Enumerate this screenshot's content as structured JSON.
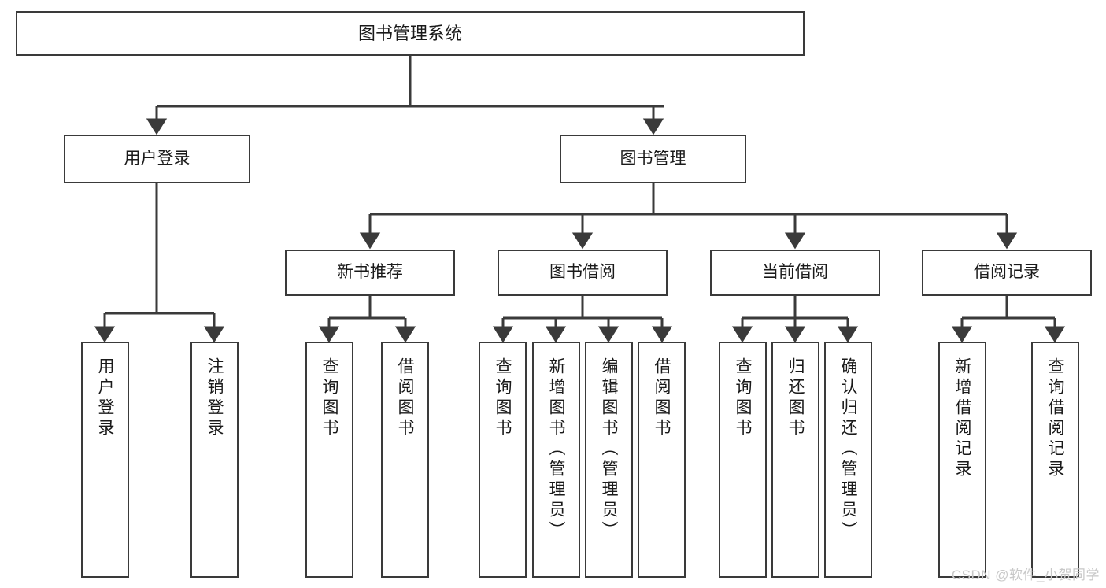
{
  "diagram": {
    "type": "tree-hierarchy-chart",
    "title": "图书管理系统",
    "watermark": "CSDN @软件_小贺同学",
    "colors": {
      "stroke": "#3a3a3a",
      "fill": "#ffffff",
      "text": "#1a1a1a",
      "watermark": "#c8c8c8"
    },
    "root": {
      "label": "图书管理系统"
    },
    "level2": [
      {
        "label": "用户登录"
      },
      {
        "label": "图书管理"
      }
    ],
    "level3": [
      {
        "label": "新书推荐"
      },
      {
        "label": "图书借阅"
      },
      {
        "label": "当前借阅"
      },
      {
        "label": "借阅记录"
      }
    ],
    "leaves": {
      "user_login": [
        {
          "label": "用户登录"
        },
        {
          "label": "注销登录"
        }
      ],
      "new_book_recommend": [
        {
          "label": "查询图书"
        },
        {
          "label": "借阅图书"
        }
      ],
      "book_borrow": [
        {
          "label": "查询图书"
        },
        {
          "label": "新增图书（管理员）"
        },
        {
          "label": "编辑图书（管理员）"
        },
        {
          "label": "借阅图书"
        }
      ],
      "current_borrow": [
        {
          "label": "查询图书"
        },
        {
          "label": "归还图书"
        },
        {
          "label": "确认归还（管理员）"
        }
      ],
      "borrow_record": [
        {
          "label": "新增借阅记录"
        },
        {
          "label": "查询借阅记录"
        }
      ]
    }
  }
}
